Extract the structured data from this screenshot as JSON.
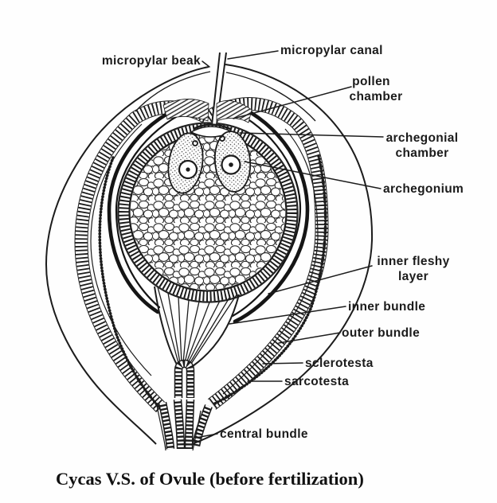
{
  "figure": {
    "caption": "Cycas V.S. of Ovule (before fertilization)",
    "labels": {
      "micropylar_beak": "micropylar beak",
      "micropylar_canal": "micropylar canal",
      "pollen_chamber": [
        "pollen",
        "chamber"
      ],
      "archegonial_chamber": [
        "archegonial",
        "chamber"
      ],
      "archegonium": "archegonium",
      "inner_fleshy_layer": [
        "inner fleshy",
        "layer"
      ],
      "inner_bundle": "inner bundle",
      "outer_bundle": "outer bundle",
      "sclerotesta": "sclerotesta",
      "sarcotesta": "sarcotesta",
      "central_bundle": "central bundle"
    },
    "colors": {
      "ink": "#1c1c1c",
      "paper": "#fefefe"
    }
  }
}
